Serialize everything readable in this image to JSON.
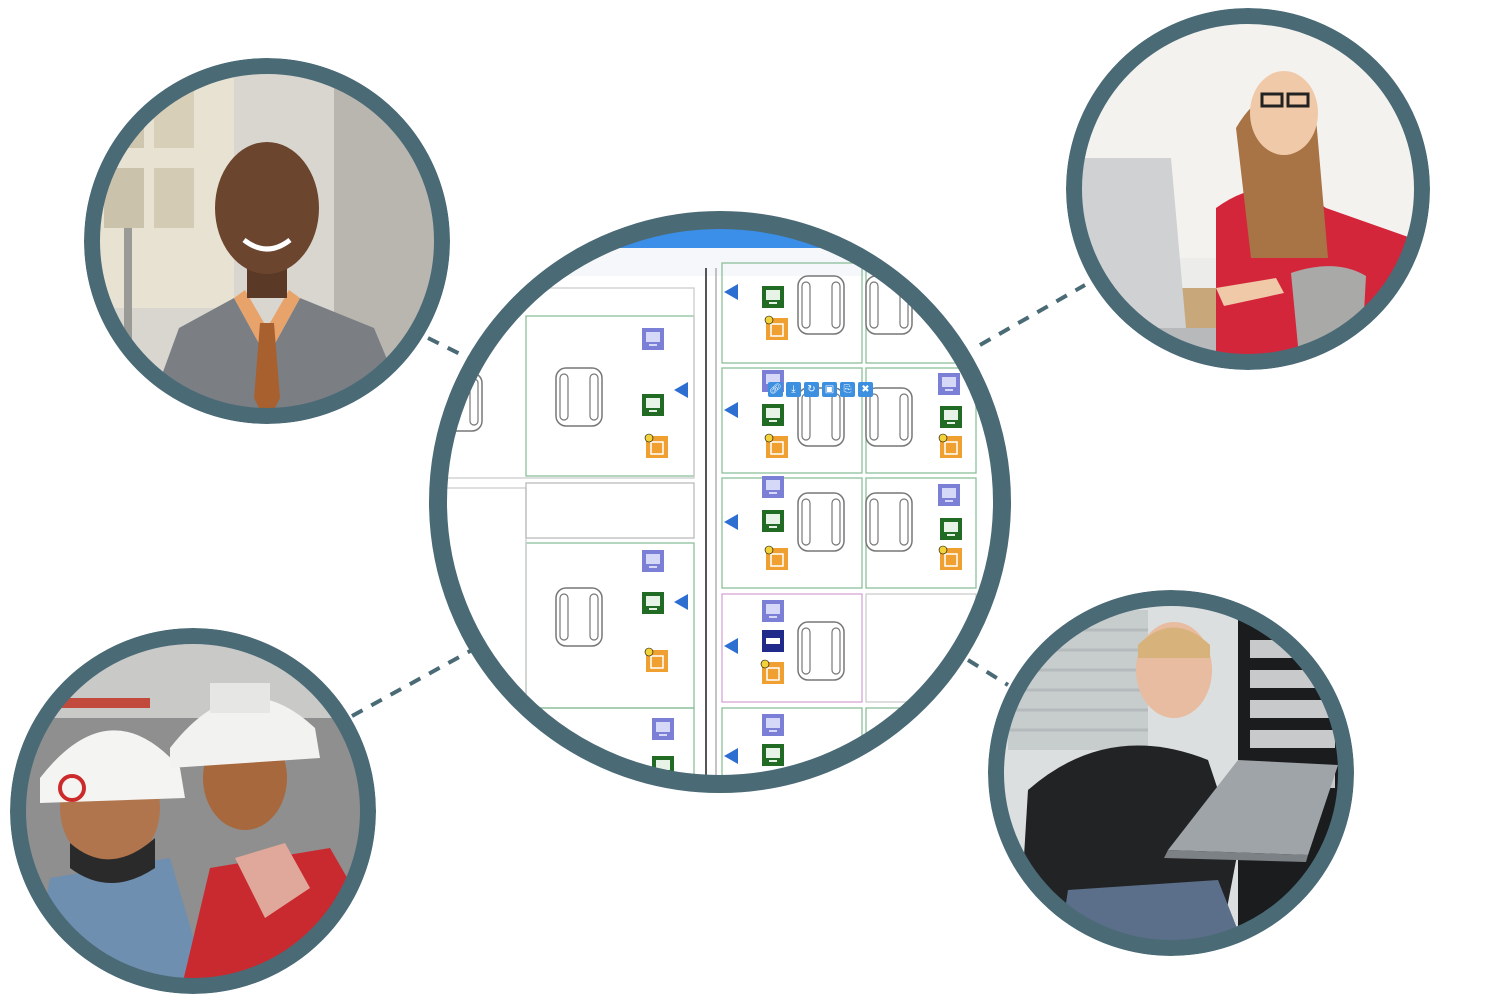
{
  "figure": {
    "layout": "center-hub-with-four-satellite-photos",
    "ring_color": "#4a6a76",
    "connector_color": "#4a6a76",
    "center": {
      "content": "floor-plan-screenshot",
      "header_color": "#3b8fe8",
      "toolbar_icons": [
        "link-icon",
        "download-icon",
        "refresh-icon",
        "camera-icon",
        "paperclip-icon",
        "trash-icon"
      ],
      "toolbar_color": "#3d8fe0",
      "device_icons": [
        "monitor-icon",
        "desktop-icon",
        "phone-icon",
        "access-point-icon",
        "printer-icon"
      ]
    },
    "satellites": [
      {
        "position": "top-left",
        "subject": "businessman-photo"
      },
      {
        "position": "top-right",
        "subject": "woman-with-laptop-photo"
      },
      {
        "position": "bottom-left",
        "subject": "construction-workers-photo"
      },
      {
        "position": "bottom-right",
        "subject": "it-technician-server-room-photo"
      }
    ]
  }
}
